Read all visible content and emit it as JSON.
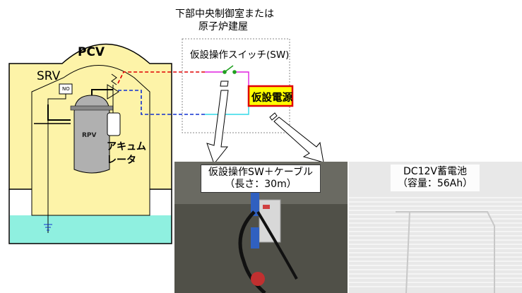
{
  "location": {
    "line1": "下部中央制御室または",
    "line2": "原子炉建屋"
  },
  "switch_label": "仮設操作スイッチ(SW)",
  "pcv_label": "PCV",
  "srv_label": "SRV",
  "no_label": "NO",
  "rpv_label": "RPV",
  "accumulator": {
    "line1": "アキュム",
    "line2": "レータ"
  },
  "power_label": "仮設電源",
  "photo_cable": {
    "line1": "仮設操作SW＋ケーブル",
    "line2": "（長さ：30m）"
  },
  "photo_battery": {
    "line1": "DC12V蓄電池",
    "line2": "（容量：56Ah）"
  },
  "colors": {
    "pcv_fill": "#fdf3a8",
    "water": "#8ff0e0",
    "power_box_fill": "#ffff00",
    "power_box_border": "#e00000",
    "line_red": "#e00000",
    "line_blue": "#1030d0",
    "line_magenta": "#e020e0",
    "line_cyan": "#30d8e8",
    "switch_green": "#20a020"
  }
}
